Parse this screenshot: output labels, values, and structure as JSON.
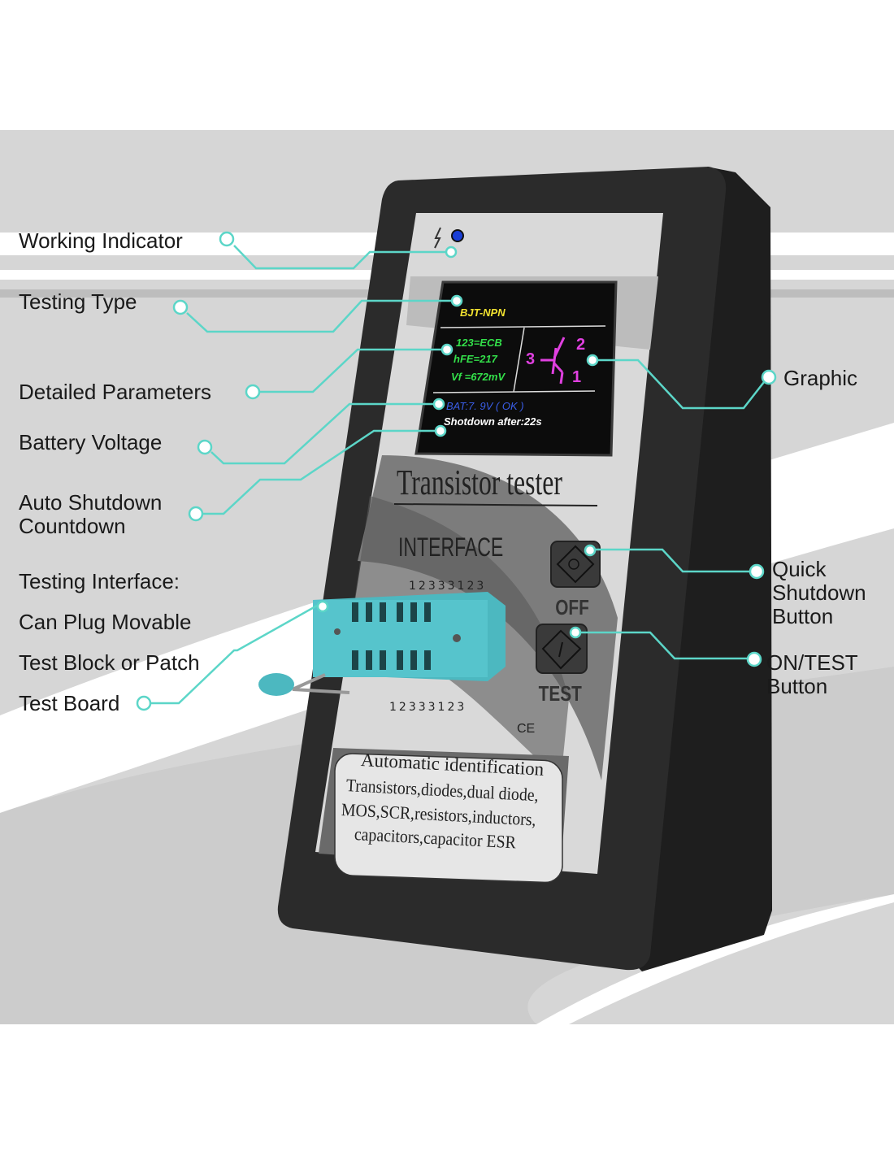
{
  "callouts": {
    "working_indicator": "Working Indicator",
    "testing_type": "Testing Type",
    "detailed_parameters": "Detailed Parameters",
    "battery_voltage": "Battery Voltage",
    "auto_shutdown_line1": "Auto Shutdown",
    "auto_shutdown_line2": "Countdown",
    "testing_interface_line1": "Testing Interface:",
    "testing_interface_line2": "Can Plug Movable",
    "testing_interface_line3": "Test Block or Patch",
    "testing_interface_line4": "Test Board",
    "graphic": "Graphic",
    "quick_shutdown_line1": "Quick",
    "quick_shutdown_line2": "Shutdown",
    "quick_shutdown_line3": "Button",
    "on_test_line1": "ON/TEST",
    "on_test_line2": "Button"
  },
  "screen": {
    "type": "BJT-NPN",
    "pins": "123=ECB",
    "hfe": "hFE=217",
    "vf": "Vf =672mV",
    "battery": "BAT:7. 9V ( OK )",
    "shutdown": "Shotdown after:22s",
    "symbol_pin_base": "3",
    "symbol_pin_collector": "2",
    "symbol_pin_emitter": "1"
  },
  "device": {
    "title": "Transistor tester",
    "interface_label": "INTERFACE",
    "pin_numbers": "12333123",
    "off_label": "OFF",
    "test_label": "TEST",
    "ce_mark": "CE",
    "box_title": "Automatic identification",
    "box_line1": "Transistors,diodes,dual diode,",
    "box_line2": "MOS,SCR,resistors,inductors,",
    "box_line3": "capacitors,capacitor ESR"
  },
  "colors": {
    "connector": "#5cd6c8",
    "screen_yellow": "#f2e230",
    "screen_green": "#33e04a",
    "screen_magenta": "#e040e0",
    "screen_blue": "#3a5ee8",
    "socket": "#4cb8c0"
  }
}
